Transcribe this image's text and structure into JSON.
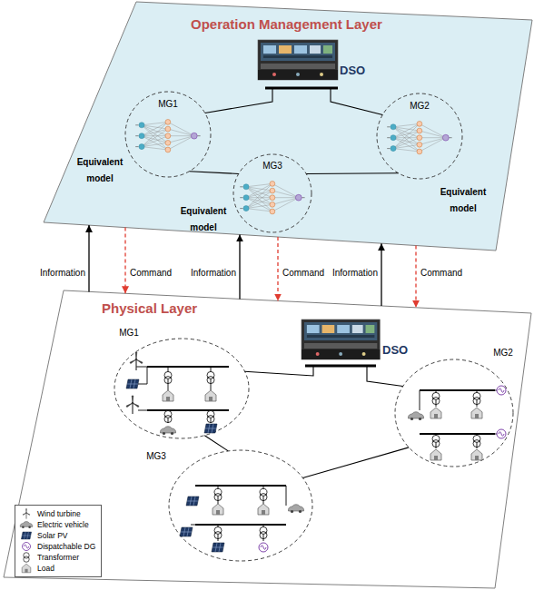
{
  "diagram": {
    "nodes": [
      {
        "text": [
          "Operation Management Layer"
        ]
      },
      {
        "text": [
          "DSO"
        ],
        "in": 0
      },
      {
        "text": [
          "MG1",
          "Equivalent model"
        ],
        "in": 0
      },
      {
        "text": [
          "MG2",
          "Equivalent model"
        ],
        "in": 0
      },
      {
        "text": [
          "MG3",
          "Equivalent model"
        ],
        "in": 0
      },
      {
        "text": [
          "Physical Layer"
        ]
      },
      {
        "text": [
          "DSO"
        ],
        "in": 5
      },
      {
        "text": [
          "MG1"
        ],
        "in": 5
      },
      {
        "text": [
          "MG2"
        ],
        "in": 5
      },
      {
        "text": [
          "MG3"
        ],
        "in": 5
      }
    ],
    "edges": [
      {
        "from": 1,
        "to": 2,
        "arrow": "none"
      },
      {
        "from": 1,
        "to": 3,
        "arrow": "none"
      },
      {
        "from": 2,
        "to": 4,
        "arrow": "none"
      },
      {
        "from": 3,
        "to": 4,
        "arrow": "none"
      },
      {
        "from": 6,
        "to": 7,
        "arrow": "none"
      },
      {
        "from": 6,
        "to": 8,
        "arrow": "none"
      },
      {
        "from": 7,
        "to": 9,
        "arrow": "none"
      },
      {
        "from": 8,
        "to": 9,
        "arrow": "none"
      },
      {
        "from": 5,
        "to": 0,
        "label": "Information",
        "arrow": "to"
      },
      {
        "from": 0,
        "to": 5,
        "label": "Command",
        "arrow": "to"
      },
      {
        "from": 5,
        "to": 0,
        "label": "Information",
        "arrow": "to"
      },
      {
        "from": 0,
        "to": 5,
        "label": "Command",
        "arrow": "to"
      },
      {
        "from": 5,
        "to": 0,
        "label": "Information",
        "arrow": "to"
      },
      {
        "from": 0,
        "to": 5,
        "label": "Command",
        "arrow": "to"
      }
    ],
    "legend": [
      {
        "text": "Wind turbine"
      },
      {
        "text": "Electric vehicle"
      },
      {
        "text": "Solar PV"
      },
      {
        "text": "Dispatchable DG"
      },
      {
        "text": "Transformer"
      },
      {
        "text": "Load"
      }
    ]
  }
}
